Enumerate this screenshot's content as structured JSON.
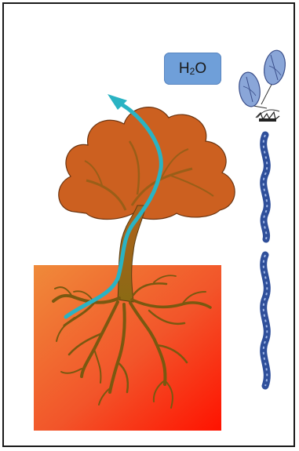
{
  "label": {
    "formula_main": "H",
    "formula_sub": "2",
    "formula_end": "O"
  },
  "colors": {
    "soil_top": "#f07a30",
    "soil_bottom": "#ff1a00",
    "canopy": "#cc6020",
    "trunk": "#9a5e18",
    "water_path": "#2ab3c3",
    "label_box": "#6f9fd9",
    "xylem_strand": "#2f4f9a"
  },
  "icons": [
    "water-flow-arrow",
    "stomata-cells-icon",
    "xylem-strand-icon"
  ]
}
